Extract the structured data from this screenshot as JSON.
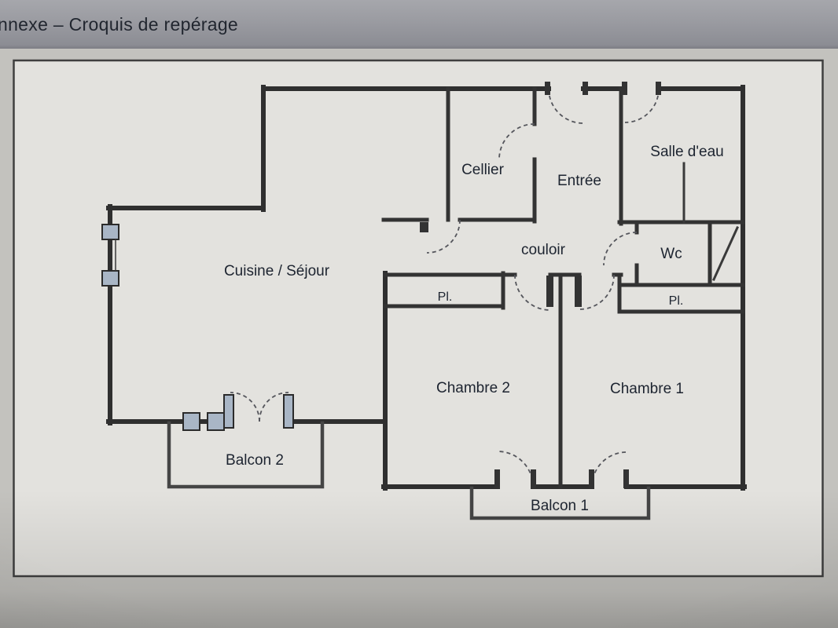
{
  "header": {
    "title": "nnexe – Croquis de repérage"
  },
  "rooms": [
    {
      "name": "cellier",
      "label": "Cellier"
    },
    {
      "name": "entree",
      "label": "Entrée"
    },
    {
      "name": "salle-deau",
      "label": "Salle d'eau"
    },
    {
      "name": "cuisine-sejour",
      "label": "Cuisine / Séjour"
    },
    {
      "name": "couloir",
      "label": "couloir"
    },
    {
      "name": "wc",
      "label": "Wc"
    },
    {
      "name": "placard-chambre-2",
      "label": "Pl."
    },
    {
      "name": "placard-chambre-1",
      "label": "Pl."
    },
    {
      "name": "chambre-2",
      "label": "Chambre 2"
    },
    {
      "name": "chambre-1",
      "label": "Chambre 1"
    },
    {
      "name": "balcon-2",
      "label": "Balcon 2"
    },
    {
      "name": "balcon-1",
      "label": "Balcon 1"
    }
  ],
  "colors": {
    "header_bg": "#9a9ba1",
    "page_bg": "#c3c2be",
    "sheet_bg": "#e3e2de",
    "wall": "#2f2f2f",
    "label_text": "#1d2430",
    "window_fill": "#a9b6c6"
  }
}
